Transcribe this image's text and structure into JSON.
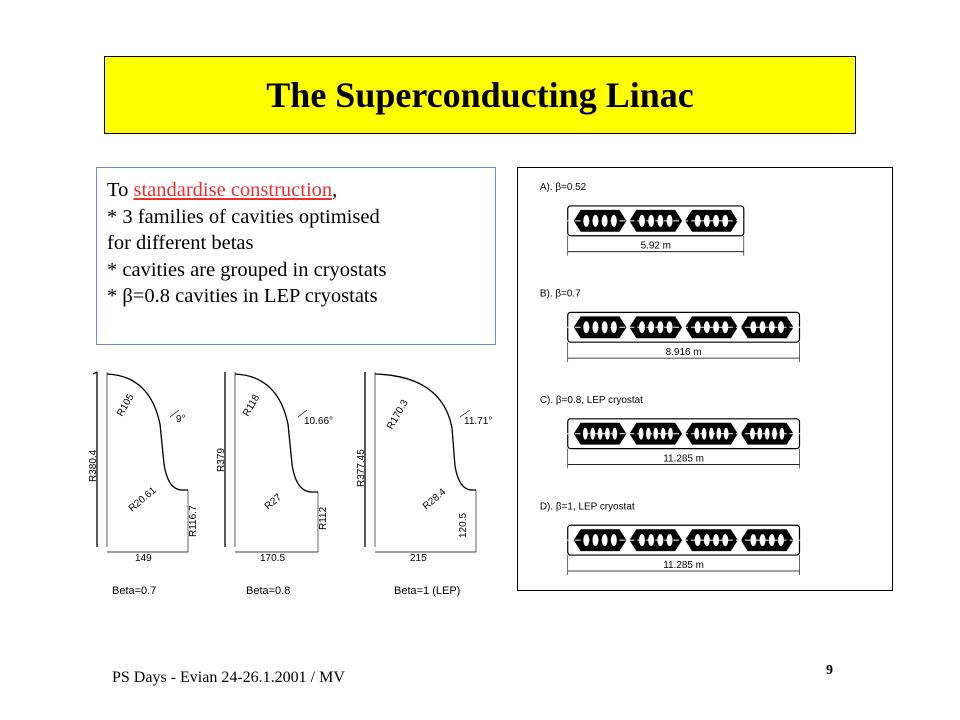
{
  "title": "The Superconducting Linac",
  "textbox": {
    "lead": "To ",
    "lead_link": "standardise construction",
    "lead_tail": ",",
    "line1": "* 3 families of cavities optimised",
    "line2": "for different betas",
    "line3": "* cavities are grouped in cryostats",
    "line4": "* β=0.8 cavities in LEP cryostats"
  },
  "profiles": [
    {
      "caption": "Beta=0.7",
      "height": "R380.4",
      "r_top": "R105",
      "angle": "9°",
      "r_bottom": "R20.61",
      "r_side": "R116.7",
      "width": "149"
    },
    {
      "caption": "Beta=0.8",
      "height": "R379",
      "r_top": "R118",
      "angle": "10.66°",
      "r_bottom": "R27",
      "r_side": "R112",
      "width": "170.5"
    },
    {
      "caption": "Beta=1  (LEP)",
      "height": "R377.45",
      "r_top": "R170.3",
      "angle": "11.71°",
      "r_bottom": "R28.4",
      "r_side": "120.5",
      "width": "215"
    }
  ],
  "cryostats": [
    {
      "label": "A).  β=0.52",
      "length": "5.92  m",
      "cavities": 3,
      "cells": 4
    },
    {
      "label": "B).  β=0.7",
      "length": "8.916  m",
      "cavities": 4,
      "cells": 4
    },
    {
      "label": "C).  β=0.8,  LEP  cryostat",
      "length": "11.285  m",
      "cavities": 4,
      "cells": 5
    },
    {
      "label": "D).  β=1,  LEP  cryostat",
      "length": "11.285  m",
      "cavities": 4,
      "cells": 4
    }
  ],
  "footer": "PS Days - Evian 24-26.1.2001 / MV",
  "page_number": "9"
}
